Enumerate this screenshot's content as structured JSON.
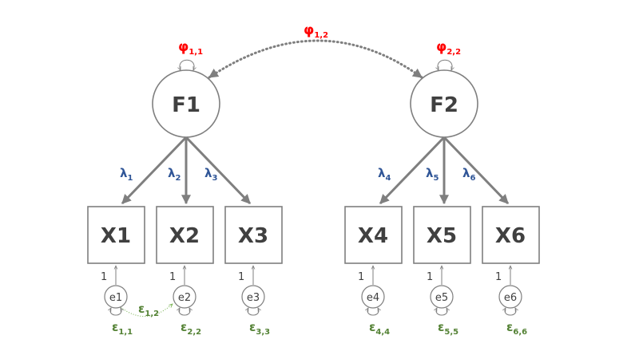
{
  "factors": [
    "F1",
    "F2"
  ],
  "indicators": [
    "X1",
    "X2",
    "X3",
    "X4",
    "X5",
    "X6"
  ],
  "errors": [
    "e1",
    "e2",
    "e3",
    "e4",
    "e5",
    "e6"
  ],
  "fixed_path_label": "1",
  "loadings": [
    {
      "sym": "λ",
      "sub": "1"
    },
    {
      "sym": "λ",
      "sub": "2"
    },
    {
      "sym": "λ",
      "sub": "3"
    },
    {
      "sym": "λ",
      "sub": "4"
    },
    {
      "sym": "λ",
      "sub": "5"
    },
    {
      "sym": "λ",
      "sub": "6"
    }
  ],
  "factor_variances": [
    {
      "sym": "φ",
      "sub": "1,1"
    },
    {
      "sym": "φ",
      "sub": "2,2"
    }
  ],
  "factor_covariance": {
    "sym": "φ",
    "sub": "1,2"
  },
  "error_variances": [
    {
      "sym": "ε",
      "sub": "1,1"
    },
    {
      "sym": "ε",
      "sub": "2,2"
    },
    {
      "sym": "ε",
      "sub": "3,3"
    },
    {
      "sym": "ε",
      "sub": "4,4"
    },
    {
      "sym": "ε",
      "sub": "5,5"
    },
    {
      "sym": "ε",
      "sub": "6,6"
    }
  ],
  "error_covariance": {
    "sym": "ε",
    "sub": "1,2"
  },
  "colors": {
    "stroke": "#7f7f7f",
    "node_text": "#404040",
    "lambda": "#2f5597",
    "phi": "#ff0000",
    "epsilon": "#548235"
  }
}
